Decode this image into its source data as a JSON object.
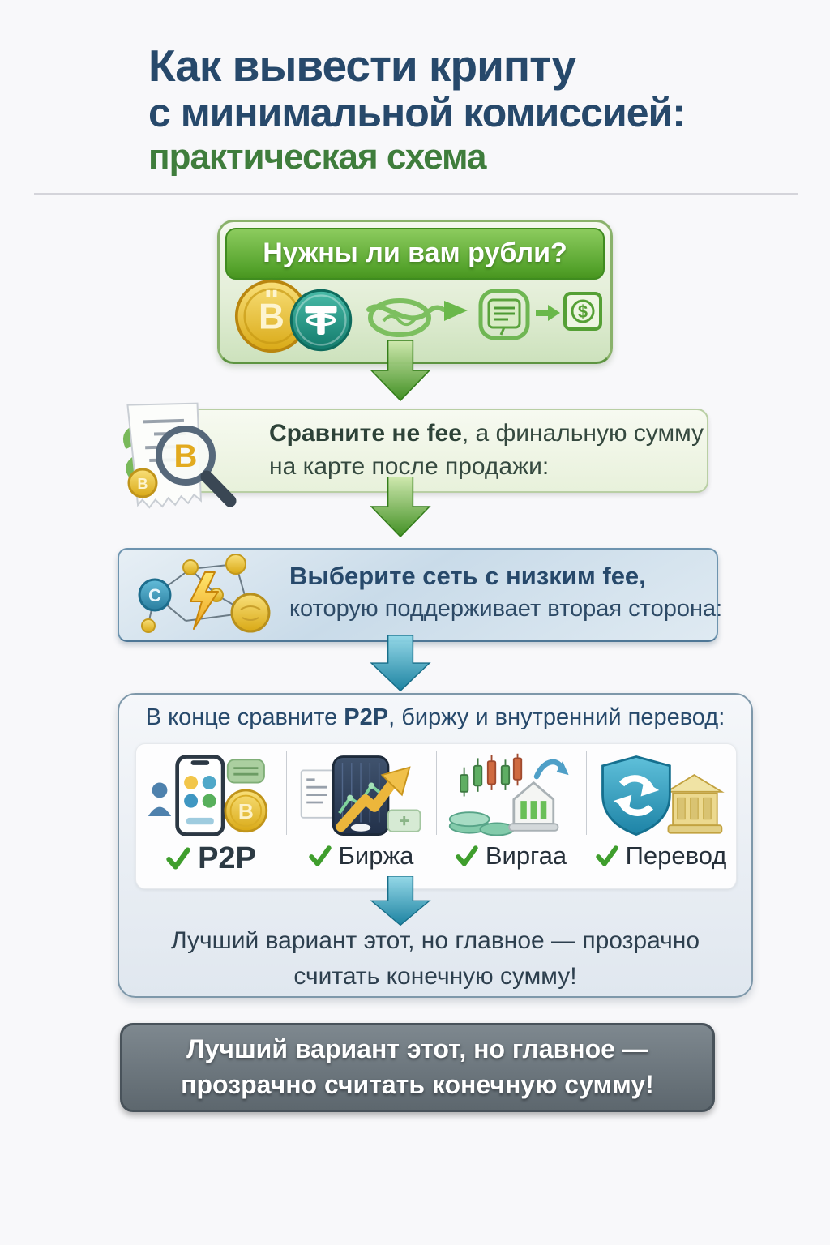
{
  "title": {
    "line1": "Как вывести крипту",
    "line2": "с минимальной комиссией:",
    "line3": "практическая схема"
  },
  "step1": {
    "question": "Нужны ли вам рубли?",
    "icons": [
      "bitcoin-coin",
      "tether-coin",
      "swap-doodle",
      "arrow-right",
      "document-chat",
      "arrow-right",
      "dollar-note"
    ]
  },
  "step2": {
    "line1_bold": "Сравните не fee",
    "line1_rest": ", а финальную сумму",
    "line2": "на карте после продажи:",
    "icon": "receipt-magnifier"
  },
  "step3": {
    "line1": "Выберите сеть с низким fee,",
    "line2": "которую поддерживает вторая сторона:",
    "icon": "network-fee"
  },
  "step4": {
    "header_prefix": "В конце сравните ",
    "header_bold": "P2P",
    "header_suffix": ", биржу и внутренний перевод:",
    "options": [
      {
        "label": "P2P",
        "icon": "p2p-phone"
      },
      {
        "label": "Биржа",
        "icon": "exchange-chart"
      },
      {
        "label": "Виргаа",
        "icon": "candles-house"
      },
      {
        "label": "Перевод",
        "icon": "shield-bank-transfer"
      }
    ],
    "note_line1": "Лучший вариант этот, но главное — прозрачно",
    "note_line2": "считать конечную сумму!"
  },
  "footer": {
    "line1": "Лучший вариант этот, но главное —",
    "line2": "прозрачно считать конечную сумму!"
  },
  "colors": {
    "title_blue": "#27496b",
    "accent_green": "#3f7d3c",
    "step1_header_green": "#55a32c",
    "step3_blue": "#2a4a6b",
    "arrow_green": "#3c8d1d",
    "arrow_teal": "#17809f",
    "footer_gray": "#5d676e",
    "check_green": "#3f9e2d",
    "gold": "#d9a916"
  }
}
